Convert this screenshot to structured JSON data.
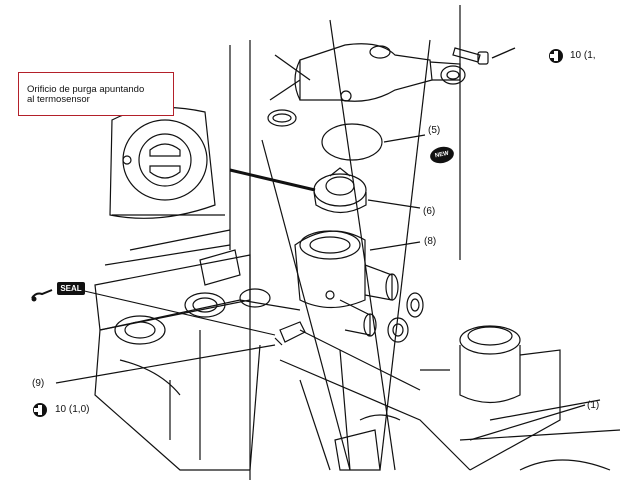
{
  "callout": {
    "line1": "Orificio de purga apuntando",
    "line2": "al termosensor"
  },
  "labels": {
    "part_5": "(5)",
    "part_6": "(6)",
    "part_8": "(8)",
    "part_9": "(9)",
    "part_1": "(1)",
    "torque_top": "10 (1,",
    "torque_bottom": "10 (1,0)"
  },
  "badges": {
    "seal": "SEAL",
    "new": "NEW"
  },
  "icons": {
    "torque": "torque-wrench-icon",
    "seal": "sealant-icon",
    "new": "new-part-icon"
  },
  "colors": {
    "callout_border": "#b3202a",
    "line": "#111111"
  }
}
